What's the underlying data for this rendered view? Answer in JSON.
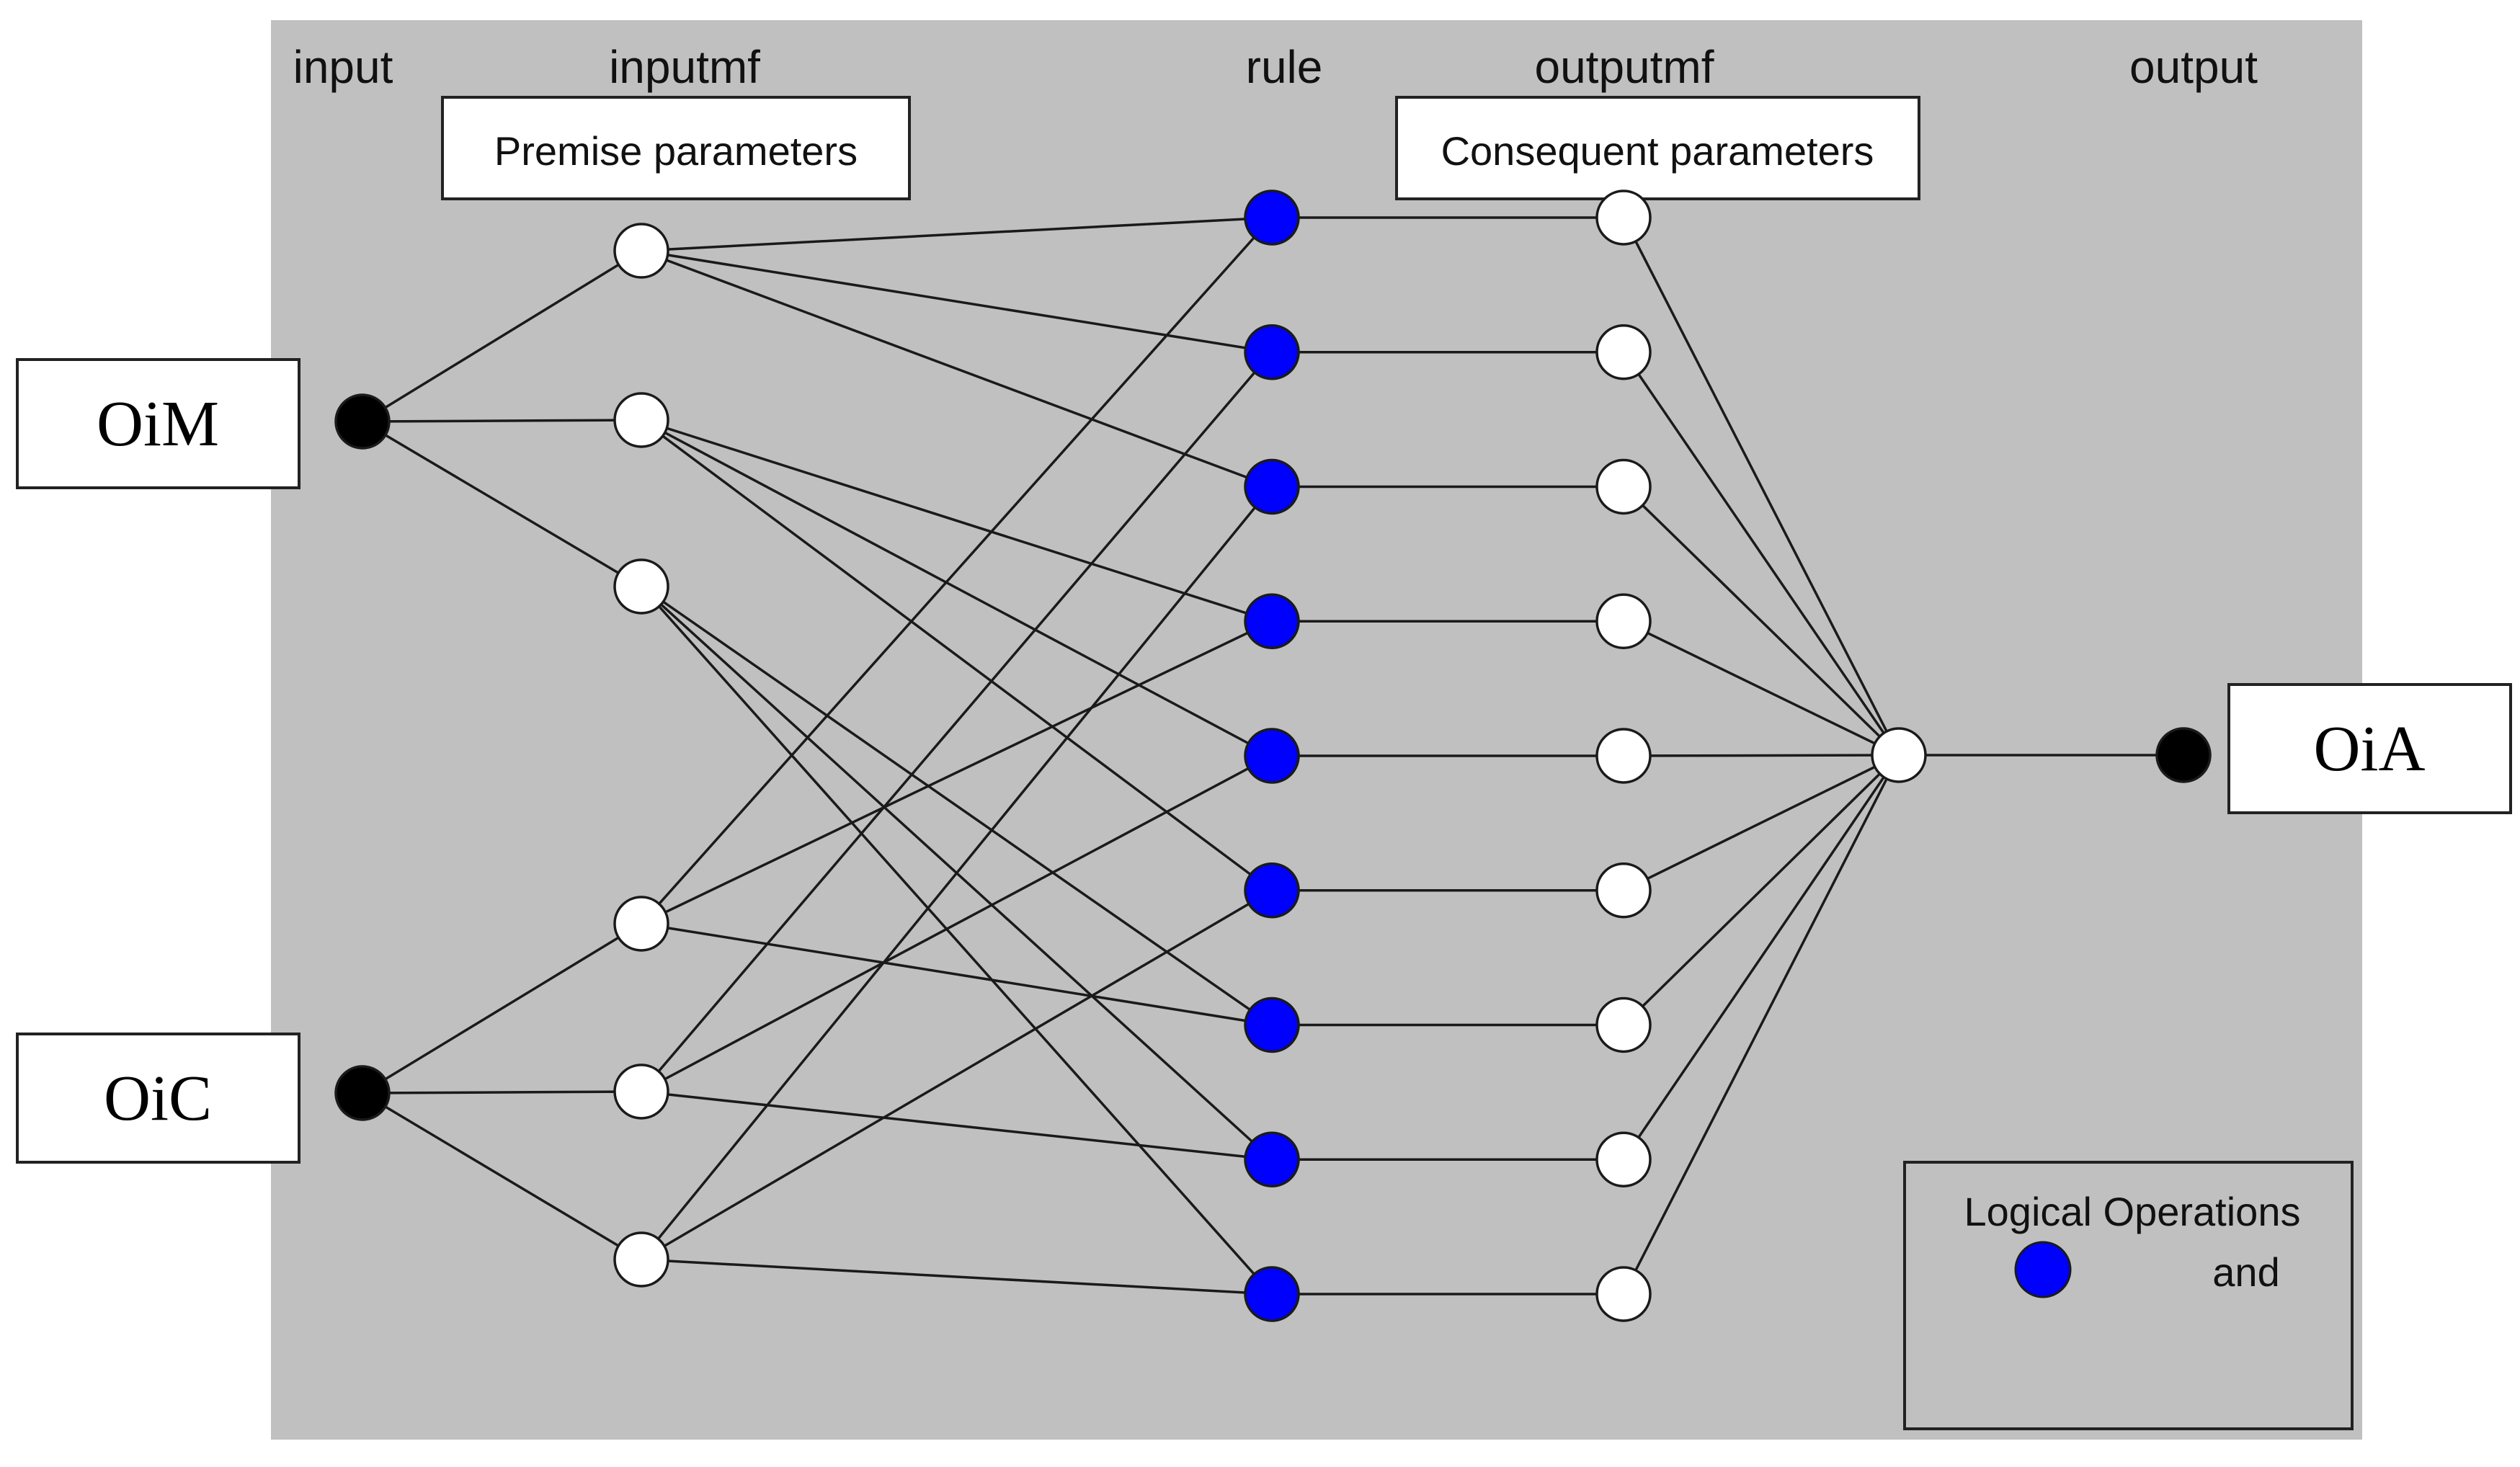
{
  "column_labels": {
    "input": "input",
    "inputmf": "inputmf",
    "rule": "rule",
    "outputmf": "outputmf",
    "output": "output"
  },
  "parameter_boxes": {
    "premise": "Premise parameters",
    "consequent": "Consequent parameters"
  },
  "inputs": [
    "OiM",
    "OiC"
  ],
  "output": "OiA",
  "legend": {
    "title": "Logical Operations",
    "and_label": "and"
  },
  "colors": {
    "panel_background": "#c0c0c0",
    "rule_node": "#0000ff",
    "input_node": "#000000",
    "mf_node": "#ffffff"
  },
  "structure": {
    "input_mf_counts": [
      3,
      3
    ],
    "rule_count": 9,
    "outputmf_count": 9,
    "rule_antecedents": [
      [
        0,
        0
      ],
      [
        0,
        1
      ],
      [
        0,
        2
      ],
      [
        1,
        0
      ],
      [
        1,
        1
      ],
      [
        1,
        2
      ],
      [
        2,
        0
      ],
      [
        2,
        1
      ],
      [
        2,
        2
      ]
    ]
  }
}
